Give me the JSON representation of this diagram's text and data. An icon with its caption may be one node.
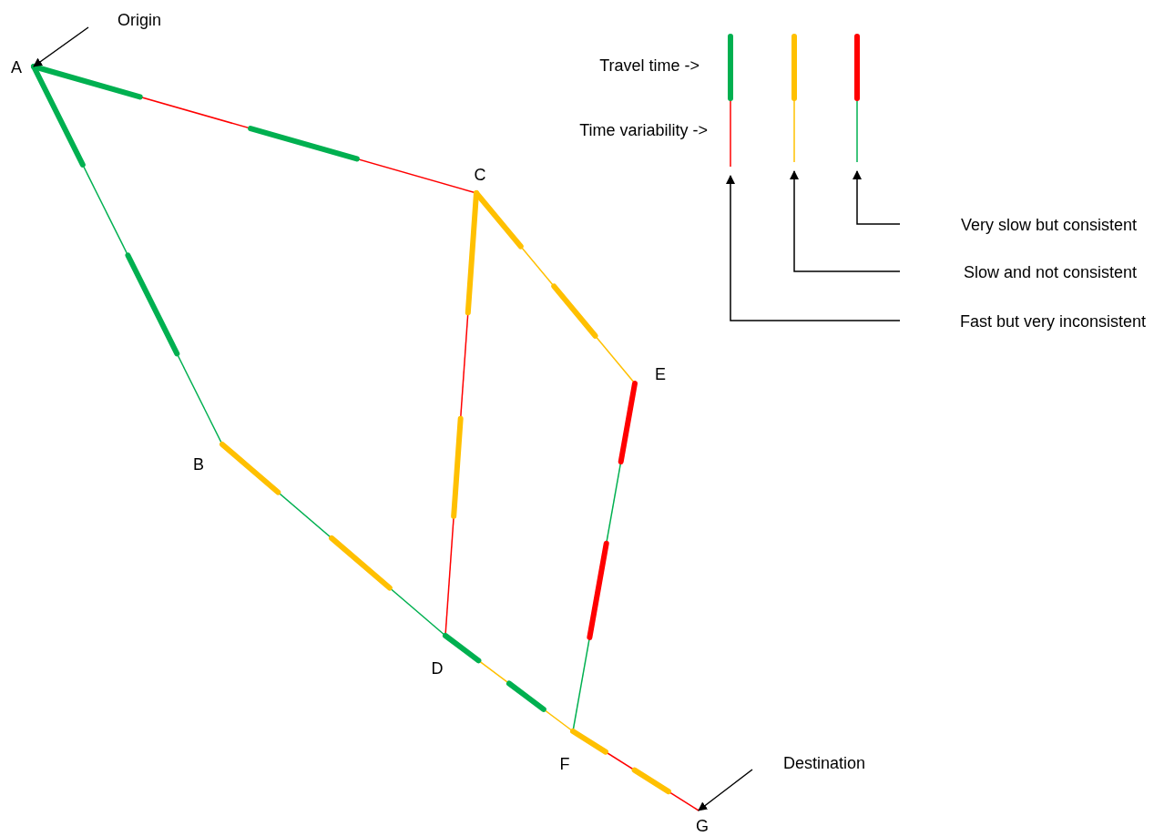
{
  "diagram": {
    "nodes": [
      {
        "text": [
          "Origin"
        ]
      },
      {
        "text": [
          "A"
        ]
      },
      {
        "text": [
          "C"
        ]
      },
      {
        "text": [
          "E"
        ]
      },
      {
        "text": [
          "B"
        ]
      },
      {
        "text": [
          "D"
        ]
      },
      {
        "text": [
          "F"
        ]
      },
      {
        "text": [
          "Destination"
        ]
      },
      {
        "text": [
          "G"
        ]
      },
      {
        "text": [],
        "shape": "bar"
      },
      {
        "text": [],
        "shape": "bar"
      },
      {
        "text": [],
        "shape": "bar"
      },
      {
        "text": [
          "Very slow but consistent"
        ]
      },
      {
        "text": [
          "Slow and not consistent"
        ]
      },
      {
        "text": [
          "Fast but very inconsistent"
        ]
      }
    ],
    "edges": [
      {
        "from": 1,
        "to": 2,
        "arrow": "none",
        "color": "#ff0000"
      },
      {
        "from": 1,
        "to": 4,
        "arrow": "none",
        "color": "#00b050"
      },
      {
        "from": 2,
        "to": 5,
        "arrow": "none",
        "color": "#ff0000"
      },
      {
        "from": 2,
        "to": 3,
        "arrow": "none",
        "color": "#ffc000"
      },
      {
        "from": 4,
        "to": 5,
        "arrow": "none",
        "color": "#00b050"
      },
      {
        "from": 5,
        "to": 6,
        "arrow": "none",
        "color": "#ffc000"
      },
      {
        "from": 3,
        "to": 6,
        "arrow": "none",
        "color": "#00b050"
      },
      {
        "from": 6,
        "to": 8,
        "arrow": "none",
        "color": "#ff0000"
      },
      {
        "from": 0,
        "to": 1,
        "arrow": "to"
      },
      {
        "from": 7,
        "to": 8,
        "arrow": "to"
      },
      {
        "from": 12,
        "to": 11,
        "arrow": "to"
      },
      {
        "from": 13,
        "to": 10,
        "arrow": "to"
      },
      {
        "from": 14,
        "to": 9,
        "arrow": "to"
      }
    ],
    "labels": [
      "Travel time ->",
      "Time variability ->"
    ]
  }
}
